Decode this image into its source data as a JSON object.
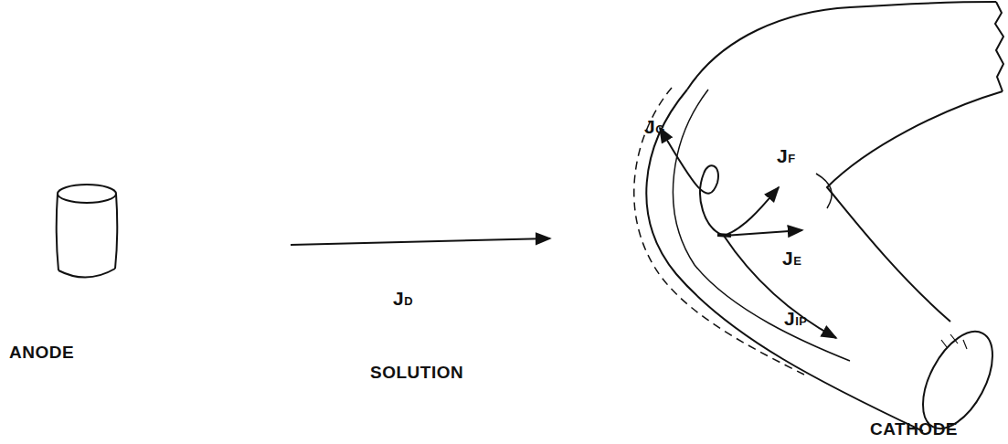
{
  "diagram": {
    "labels": [
      "ANODE",
      "JD",
      "SOLUTION",
      "JG",
      "JF",
      "JE",
      "JIP",
      "CATHODE"
    ]
  }
}
